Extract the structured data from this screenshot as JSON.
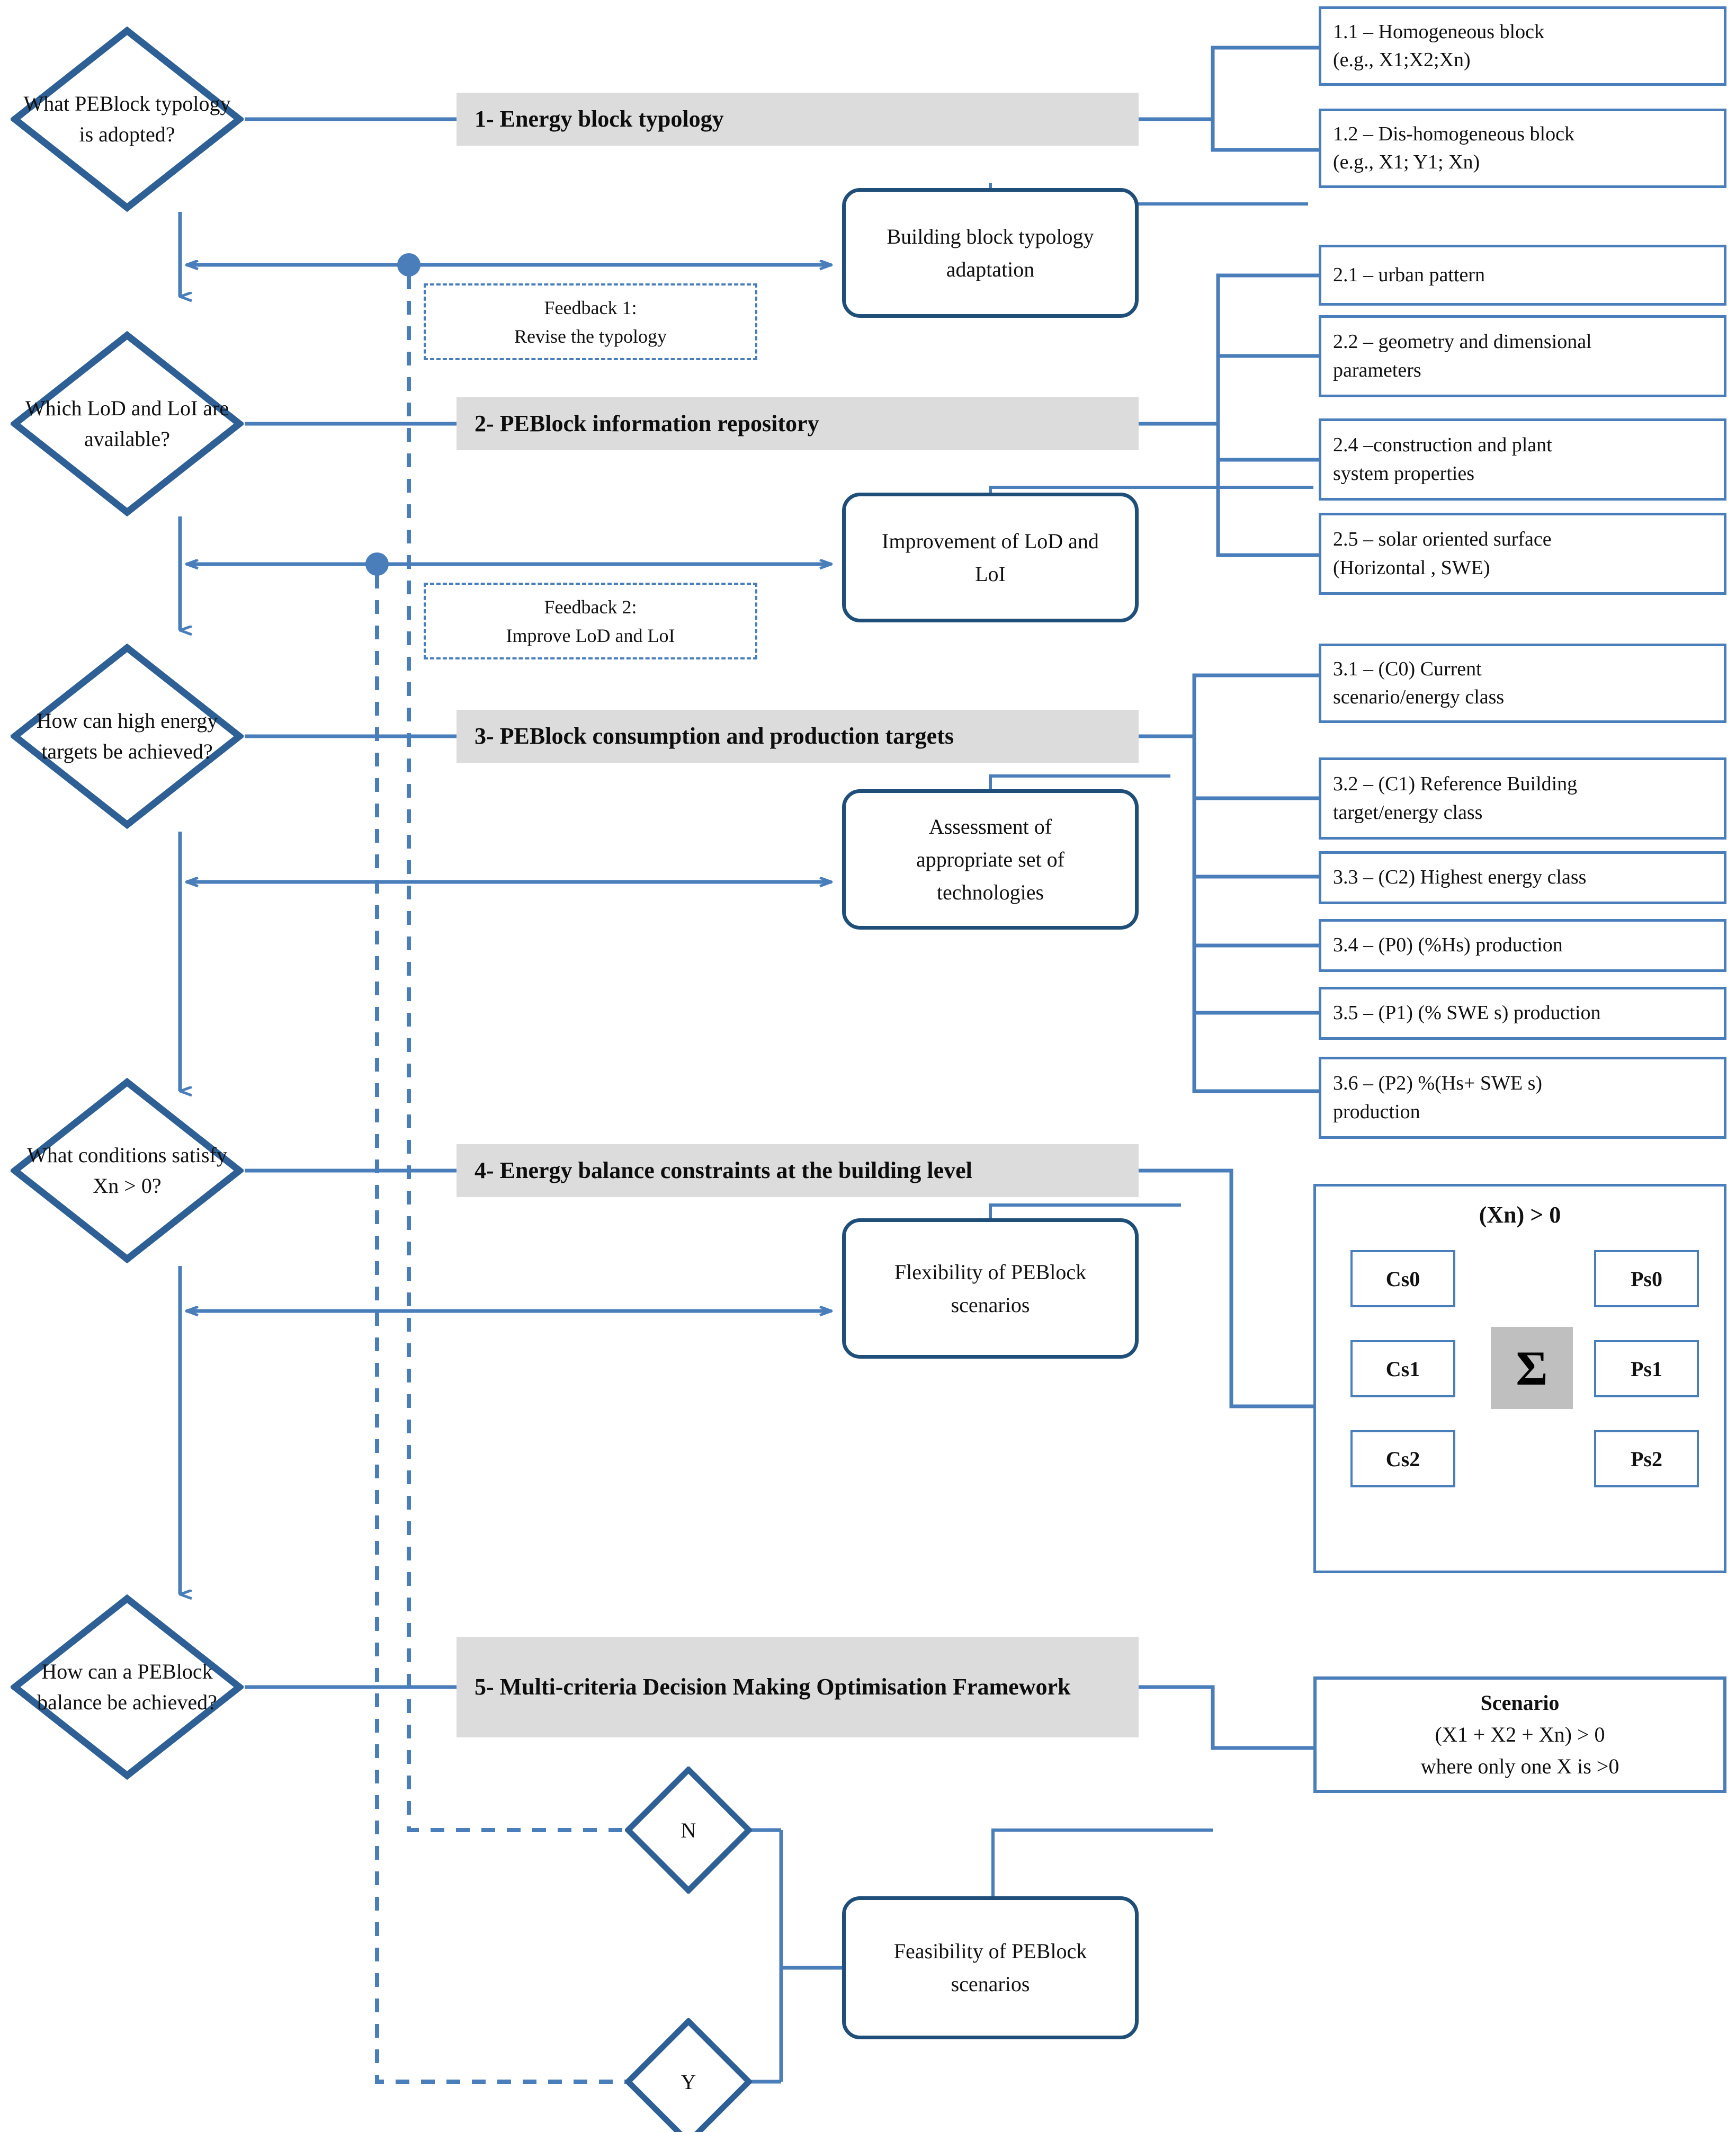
{
  "title": "PEBlock design decision framework flowchart",
  "colors": {
    "wire": "#4a7ebb",
    "wire_dark": "#1f4e79",
    "stage_bar_fill": "#dcdcdc",
    "sigma_fill": "#bfbfbf",
    "box_border": "#4a7ebb",
    "text": "#111111"
  },
  "decisions": [
    {
      "id": "d1",
      "label": "What PEBlock typology is adopted?"
    },
    {
      "id": "d2",
      "label": "Which LoD and LoI are available?"
    },
    {
      "id": "d3",
      "label": "How can high energy targets be achieved?"
    },
    {
      "id": "d4",
      "label": "What conditions satisfy Xn > 0?"
    },
    {
      "id": "d5",
      "label": "How can a PEBlock balance be achieved?"
    }
  ],
  "stages": [
    {
      "id": "s1",
      "label": "1- Energy block  typology"
    },
    {
      "id": "s2",
      "label": "2- PEBlock  information repository"
    },
    {
      "id": "s3",
      "label": "3- PEBlock consumption and production targets"
    },
    {
      "id": "s4",
      "label": "4- Energy balance constraints at the building level"
    },
    {
      "id": "s5",
      "label": "5- Multi-criteria Decision Making Optimisation Framework"
    }
  ],
  "processes": [
    {
      "id": "p1",
      "label": "Building block typology adaptation"
    },
    {
      "id": "p2",
      "label": "Improvement of LoD and LoI"
    },
    {
      "id": "p3",
      "label": "Assessment of appropriate set of technologies"
    },
    {
      "id": "p4",
      "label": "Flexibility of PEBlock scenarios"
    },
    {
      "id": "p5",
      "label": "Feasibility of PEBlock scenarios"
    }
  ],
  "feedbacks": [
    {
      "id": "fb1",
      "line1": "Feedback 1:",
      "line2": "Revise the typology"
    },
    {
      "id": "fb2",
      "line1": "Feedback 2:",
      "line2": "Improve LoD and LoI"
    }
  ],
  "group1": [
    {
      "id": "b11",
      "line1": "1.1 – Homogeneous block",
      "line2": "(e.g., X1;X2;Xn)"
    },
    {
      "id": "b12",
      "line1": "1.2 – Dis-homogeneous block",
      "line2": "(e.g., X1; Y1; Xn)"
    }
  ],
  "group2": [
    {
      "id": "b21",
      "line1": "2.1 – urban pattern",
      "line2": ""
    },
    {
      "id": "b22",
      "line1": "2.2 – geometry and dimensional",
      "line2": "parameters"
    },
    {
      "id": "b24",
      "line1": "2.4 –construction  and plant",
      "line2": "system properties"
    },
    {
      "id": "b25",
      "line1": "2.5 – solar oriented surface",
      "line2": "(Horizontal , SWE)"
    }
  ],
  "group3": [
    {
      "id": "b31",
      "line1": "3.1 – (C0) Current",
      "line2": "scenario/energy class"
    },
    {
      "id": "b32",
      "line1": "3.2 – (C1) Reference Building",
      "line2": "target/energy class"
    },
    {
      "id": "b33",
      "line1": "3.3 – (C2) Highest energy class",
      "line2": ""
    },
    {
      "id": "b34",
      "line1": "3.4 – (P0) (%Hs) production",
      "line2": ""
    },
    {
      "id": "b35",
      "line1": "3.5 – (P1) (% SWE s) production",
      "line2": ""
    },
    {
      "id": "b36",
      "line1": "3.6 – (P2) %(Hs+ SWE s)",
      "line2": "production"
    }
  ],
  "matrix": {
    "title": "(Xn) > 0",
    "sigma": "Σ",
    "consumption": [
      "Cs0",
      "Cs1",
      "Cs2"
    ],
    "production": [
      "Ps0",
      "Ps1",
      "Ps2"
    ]
  },
  "scenario": {
    "line1": "Scenario",
    "line2": "(X1 + X2 + Xn) > 0",
    "line3": "where only one X is >0"
  },
  "yn": [
    {
      "id": "n-node",
      "label": "N"
    },
    {
      "id": "y-node",
      "label": "Y"
    }
  ]
}
